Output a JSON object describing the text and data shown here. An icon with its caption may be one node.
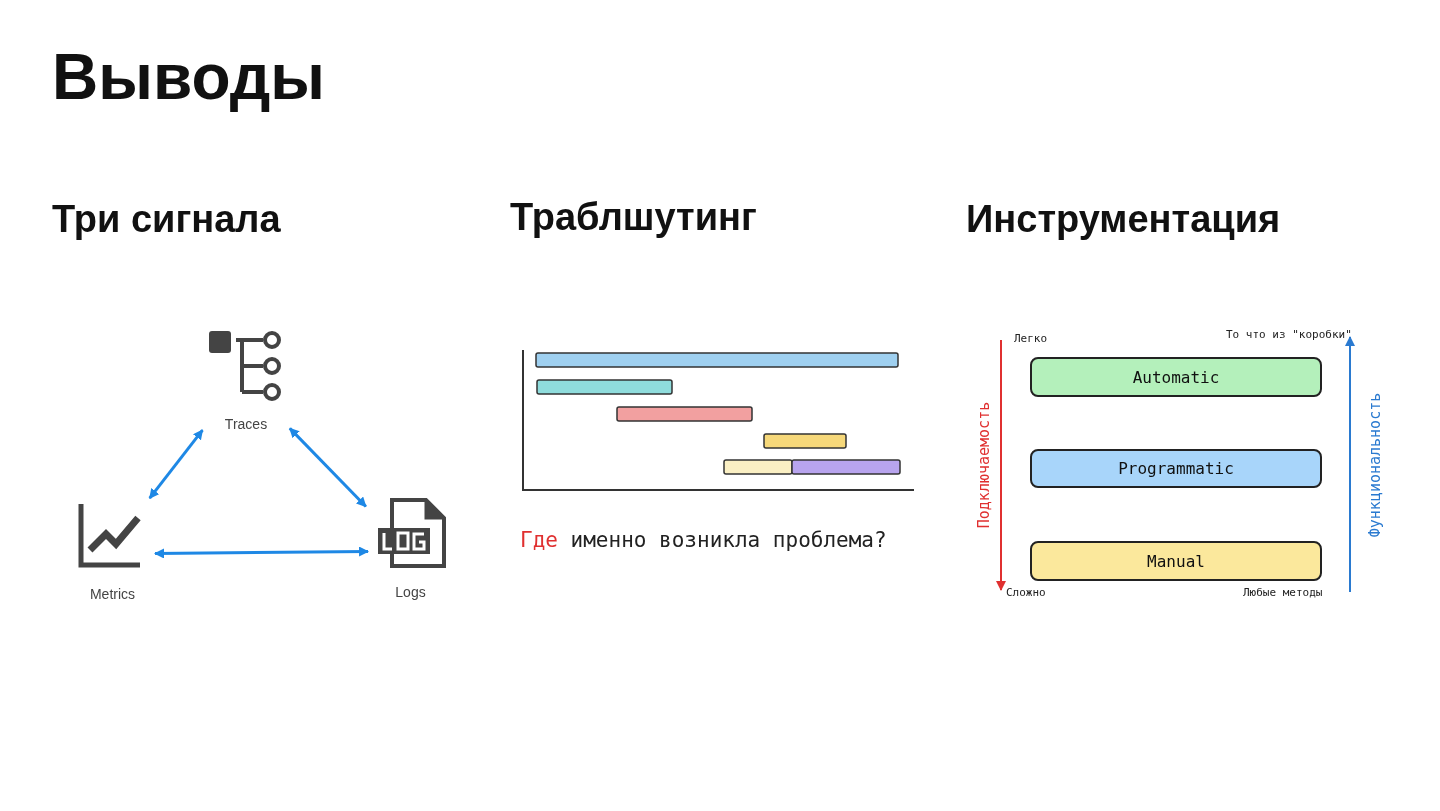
{
  "diagram": {
    "title": "Выводы",
    "nodes": [
      {
        "text": [
          "Traces"
        ]
      },
      {
        "text": [
          "Metrics"
        ]
      },
      {
        "text": [
          "Logs"
        ]
      },
      {
        "text": [
          "Automatic"
        ]
      },
      {
        "text": [
          "Programmatic"
        ]
      },
      {
        "text": [
          "Manual"
        ]
      }
    ],
    "edges": [
      {
        "from": 0,
        "to": 1,
        "arrow": "both"
      },
      {
        "from": 0,
        "to": 2,
        "arrow": "both"
      },
      {
        "from": 1,
        "to": 2,
        "arrow": "both"
      }
    ],
    "labels": [
      "Три сигнала",
      "Траблшутинг",
      "Инструментация",
      "Где именно возникла проблема?",
      "Легко",
      "То что из \"коробки\"",
      "Подключаемость",
      "Функциональность",
      "Сложно",
      "Любые методы"
    ]
  }
}
